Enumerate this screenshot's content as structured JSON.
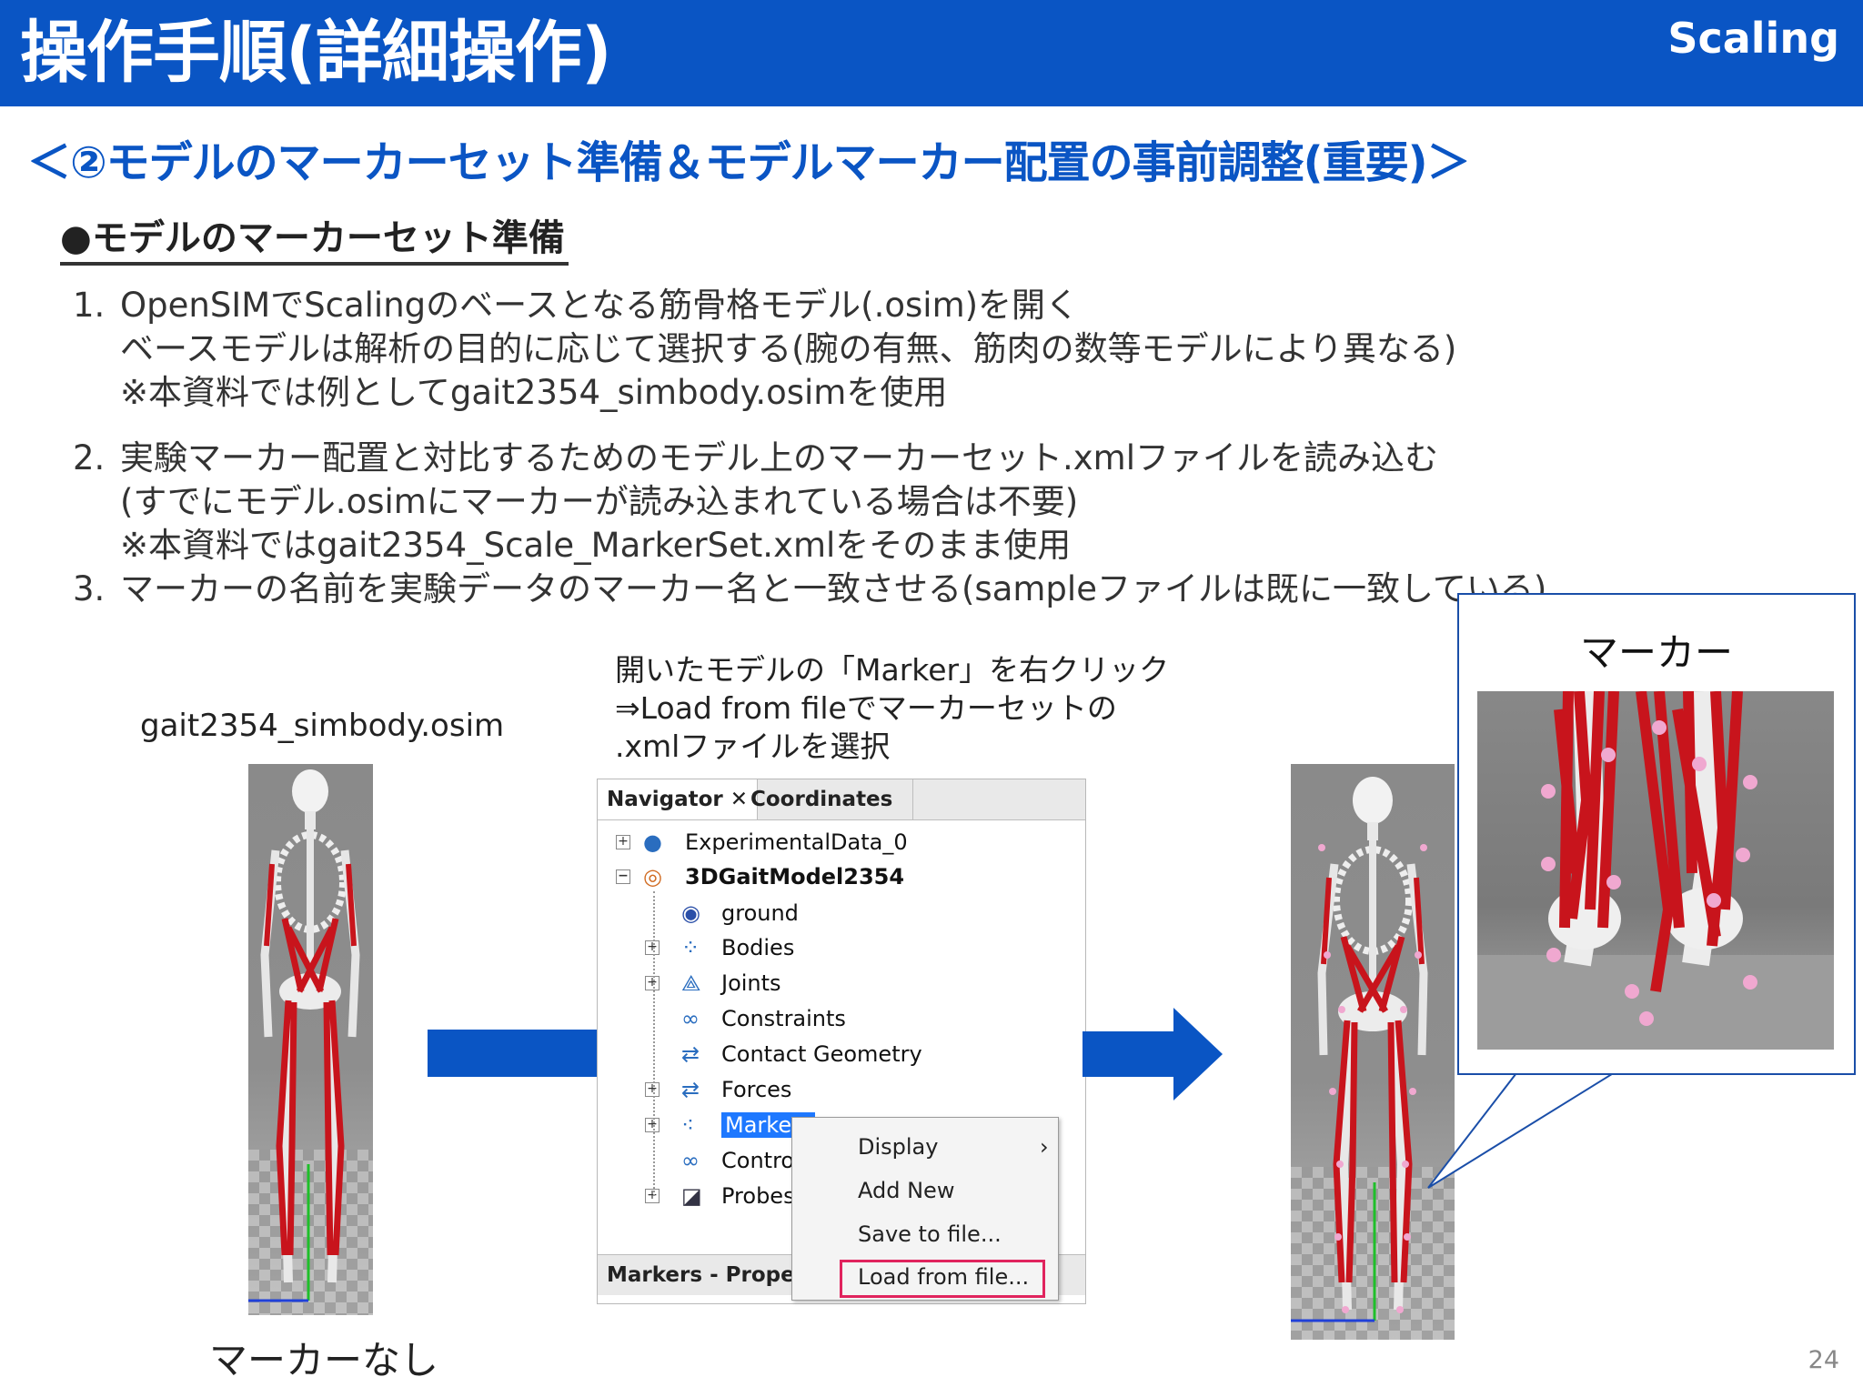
{
  "header": {
    "title": "操作手順(詳細操作)",
    "tag": "Scaling"
  },
  "subtitle": "＜②モデルのマーカーセット準備＆モデルマーカー配置の事前調整(重要)＞",
  "section_heading": "●モデルのマーカーセット準備",
  "steps": [
    {
      "num": "1.",
      "lines": [
        "OpenSIMでScalingのベースとなる筋骨格モデル(.osim)を開く",
        "ベースモデルは解析の目的に応じて選択する(腕の有無、筋肉の数等モデルにより異なる)",
        "※本資料では例としてgait2354_simbody.osimを使用"
      ]
    },
    {
      "num": "2.",
      "lines": [
        "実験マーカー配置と対比するためのモデル上のマーカーセット.xmlファイルを読み込む",
        "(すでにモデル.osimにマーカーが読み込まれている場合は不要)",
        "※本資料ではgait2354_Scale_MarkerSet.xmlをそのまま使用"
      ]
    },
    {
      "num": "3.",
      "lines": [
        "マーカーの名前を実験データのマーカー名と一致させる(sampleファイルは既に一致している)"
      ]
    }
  ],
  "left_model": {
    "caption_top": "gait2354_simbody.osim",
    "caption_bottom": "マーカーなし"
  },
  "instruction": [
    "開いたモデルの「Marker」を右クリック",
    "⇒Load from fileでマーカーセットの",
    ".xmlファイルを選択"
  ],
  "navigator": {
    "tabs": [
      "Navigator",
      "Coordinates"
    ],
    "tree": [
      {
        "label": "ExperimentalData_0",
        "icon": "data-icon"
      },
      {
        "label": "3DGaitModel2354",
        "icon": "model-icon"
      },
      {
        "label": "ground",
        "icon": "ground-icon"
      },
      {
        "label": "Bodies",
        "icon": "bodies-icon"
      },
      {
        "label": "Joints",
        "icon": "joints-icon"
      },
      {
        "label": "Constraints",
        "icon": "constraints-icon"
      },
      {
        "label": "Contact Geometry",
        "icon": "contact-icon"
      },
      {
        "label": "Forces",
        "icon": "forces-icon"
      },
      {
        "label": "Markers",
        "icon": "markers-icon"
      },
      {
        "label": "Controllers",
        "icon": "controllers-icon"
      },
      {
        "label": "Probes",
        "icon": "probes-icon"
      }
    ],
    "properties_label": "Markers - Properties"
  },
  "context_menu": {
    "items": [
      "Display",
      "Add New",
      "Save to file...",
      "Load from file..."
    ],
    "submenu_arrow": "›"
  },
  "callout": {
    "title": "マーカー"
  },
  "page_number": "24",
  "colors": {
    "brand_blue": "#0a55c4",
    "muscle_red": "#c8141c",
    "marker_pink": "#f0a8d0",
    "highlight": "#e0245e"
  }
}
